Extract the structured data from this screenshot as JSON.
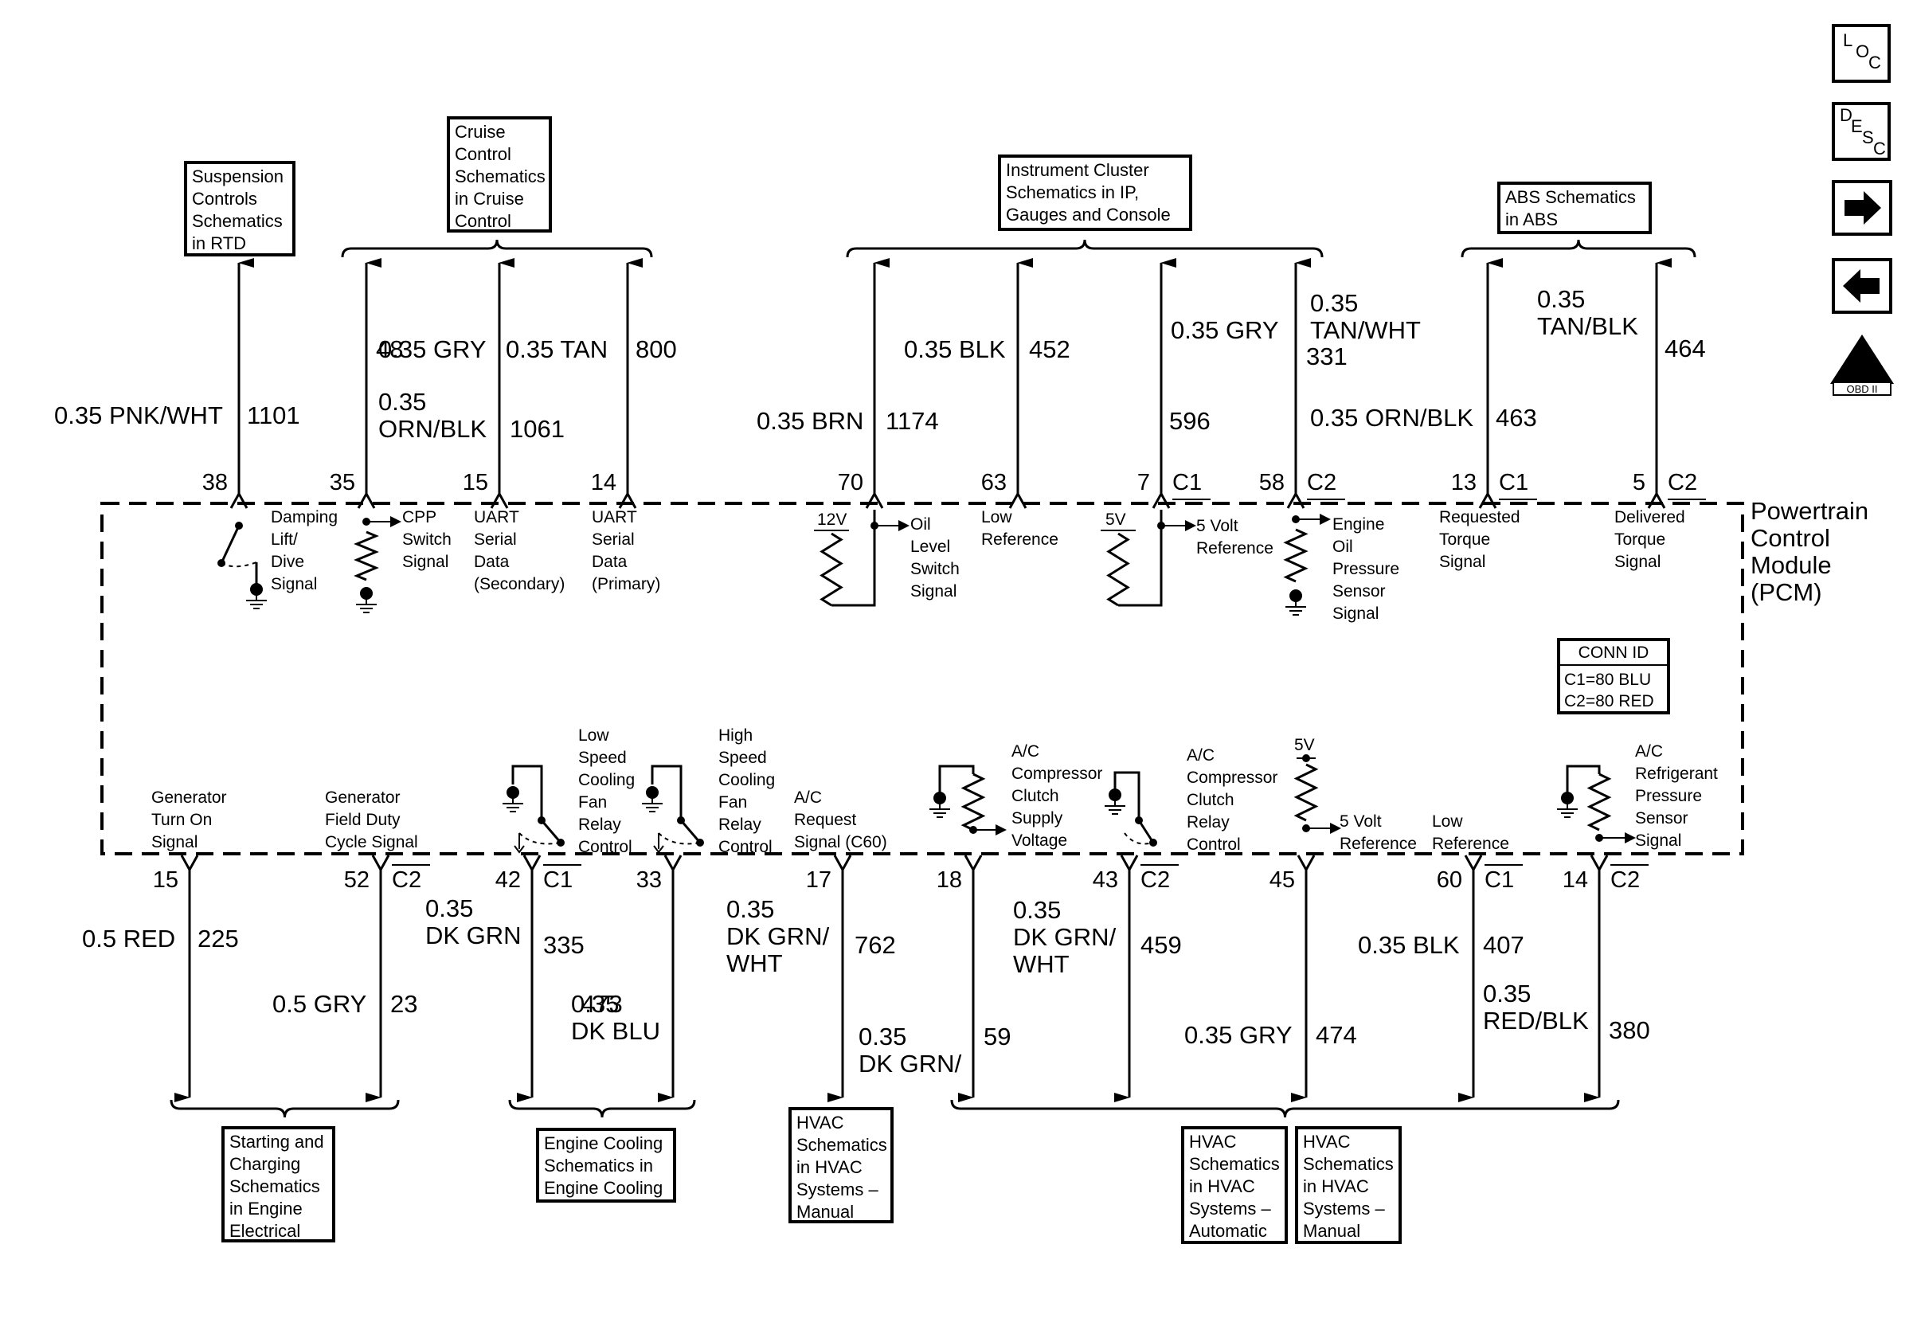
{
  "pcm": {
    "title": [
      "Powertrain",
      "Control",
      "Module",
      "(PCM)"
    ],
    "conn_id": {
      "header": "CONN ID",
      "lines": [
        "C1=80 BLU",
        "C2=80 RED"
      ]
    }
  },
  "side_icons": [
    {
      "name": "loc-icon",
      "letters": [
        "L",
        "O",
        "C"
      ]
    },
    {
      "name": "desc-icon",
      "letters": [
        "D",
        "E",
        "S",
        "C"
      ]
    },
    {
      "name": "arrow-right-icon"
    },
    {
      "name": "arrow-left-icon"
    },
    {
      "name": "obd-ii-icon",
      "numeral": "II",
      "text": "OBD II"
    }
  ],
  "reference_boxes": {
    "suspension": [
      "Suspension",
      "Controls",
      "Schematics",
      "in RTD"
    ],
    "cruise": [
      "Cruise",
      "Control",
      "Schematics",
      "in Cruise",
      "Control"
    ],
    "instrument": [
      "Instrument Cluster",
      "Schematics in IP,",
      "Gauges and Console"
    ],
    "abs": [
      "ABS Schematics",
      "in ABS"
    ],
    "starting": [
      "Starting and",
      "Charging",
      "Schematics",
      "in Engine",
      "Electrical"
    ],
    "cooling": [
      "Engine Cooling",
      "Schematics in",
      "Engine Cooling"
    ],
    "hvac_manual_a": [
      "HVAC",
      "Schematics",
      "in HVAC",
      "Systems –",
      "Manual"
    ],
    "hvac_auto": [
      "HVAC",
      "Schematics",
      "in HVAC",
      "Systems –",
      "Automatic"
    ],
    "hvac_manual_b": [
      "HVAC",
      "Schematics",
      "in HVAC",
      "Systems –",
      "Manual"
    ]
  },
  "top_circuits": [
    {
      "pin": "38",
      "wire": [
        "0.35 PNK/WHT"
      ],
      "circuit": "1101",
      "signal": [
        "Damping",
        "Lift/",
        "Dive",
        "Signal"
      ]
    },
    {
      "pin": "35",
      "wire": [
        "0.35 GRY"
      ],
      "circuit": "48",
      "signal": [
        "CPP",
        "Switch",
        "Signal"
      ]
    },
    {
      "pin": "15",
      "wire": [
        "0.35",
        "ORN/BLK"
      ],
      "circuit": "1061",
      "signal": [
        "UART",
        "Serial",
        "Data",
        "(Secondary)"
      ]
    },
    {
      "pin": "14",
      "wire": [
        "0.35 TAN"
      ],
      "circuit": "800",
      "signal": [
        "UART",
        "Serial",
        "Data",
        "(Primary)"
      ]
    },
    {
      "pin": "70",
      "wire": [
        "0.35 BRN"
      ],
      "circuit": "1174",
      "signal": [
        "Oil",
        "Level",
        "Switch",
        "Signal"
      ]
    },
    {
      "pin": "63",
      "wire": [
        "0.35 BLK"
      ],
      "circuit": "452",
      "signal": [
        "Low",
        "Reference"
      ]
    },
    {
      "pin": "7",
      "connector": "C1",
      "wire": [
        "0.35 GRY"
      ],
      "circuit": "596",
      "signal": [
        "5 Volt",
        "Reference"
      ]
    },
    {
      "pin": "58",
      "connector": "C2",
      "wire": [
        "0.35",
        "TAN/WHT"
      ],
      "circuit": "331",
      "signal": [
        "Engine",
        "Oil",
        "Pressure",
        "Sensor",
        "Signal"
      ]
    },
    {
      "pin": "13",
      "connector": "C1",
      "wire": [
        "0.35 ORN/BLK"
      ],
      "circuit": "463",
      "signal": [
        "Requested",
        "Torque",
        "Signal"
      ]
    },
    {
      "pin": "5",
      "connector": "C2",
      "wire": [
        "0.35",
        "TAN/BLK"
      ],
      "circuit": "464",
      "signal": [
        "Delivered",
        "Torque",
        "Signal"
      ]
    }
  ],
  "bottom_circuits": [
    {
      "pin": "15",
      "wire": [
        "0.5 RED"
      ],
      "circuit": "225",
      "signal": [
        "Generator",
        "Turn On",
        "Signal"
      ]
    },
    {
      "pin": "52",
      "connector": "C2",
      "wire": [
        "0.5 GRY"
      ],
      "circuit": "23",
      "signal": [
        "Generator",
        "Field Duty",
        "Cycle Signal"
      ]
    },
    {
      "pin": "42",
      "connector": "C1",
      "wire": [
        "0.35",
        "DK GRN"
      ],
      "circuit": "335",
      "signal": [
        "Low",
        "Speed",
        "Cooling",
        "Fan",
        "Relay",
        "Control"
      ]
    },
    {
      "pin": "33",
      "wire": [
        "0.35",
        "DK BLU"
      ],
      "circuit": "473",
      "signal": [
        "High",
        "Speed",
        "Cooling",
        "Fan",
        "Relay",
        "Control"
      ]
    },
    {
      "pin": "17",
      "wire": [
        "0.35",
        "DK GRN/",
        "WHT"
      ],
      "circuit": "762",
      "signal": [
        "A/C",
        "Request",
        "Signal (C60)"
      ]
    },
    {
      "pin": "18",
      "wire": [
        "0.35",
        "DK GRN/"
      ],
      "circuit": "59",
      "signal": [
        "A/C",
        "Compressor",
        "Clutch",
        "Supply",
        "Voltage"
      ]
    },
    {
      "pin": "43",
      "connector": "C2",
      "wire": [
        "0.35",
        "DK GRN/",
        "WHT"
      ],
      "circuit": "459",
      "signal": [
        "A/C",
        "Compressor",
        "Clutch",
        "Relay",
        "Control"
      ]
    },
    {
      "pin": "45",
      "wire": [
        "0.35 GRY"
      ],
      "circuit": "474",
      "signal": [
        "5 Volt",
        "Reference"
      ]
    },
    {
      "pin": "60",
      "connector": "C1",
      "wire": [
        "0.35 BLK"
      ],
      "circuit": "407",
      "signal": [
        "Low",
        "Reference"
      ]
    },
    {
      "pin": "14",
      "connector": "C2",
      "wire": [
        "0.35",
        "RED/BLK"
      ],
      "circuit": "380",
      "signal": [
        "A/C",
        "Refrigerant",
        "Pressure",
        "Sensor",
        "Signal"
      ]
    }
  ],
  "supply_labels": {
    "oil_level": "12V",
    "ref_top": "5V",
    "ref_bottom": "5V"
  }
}
